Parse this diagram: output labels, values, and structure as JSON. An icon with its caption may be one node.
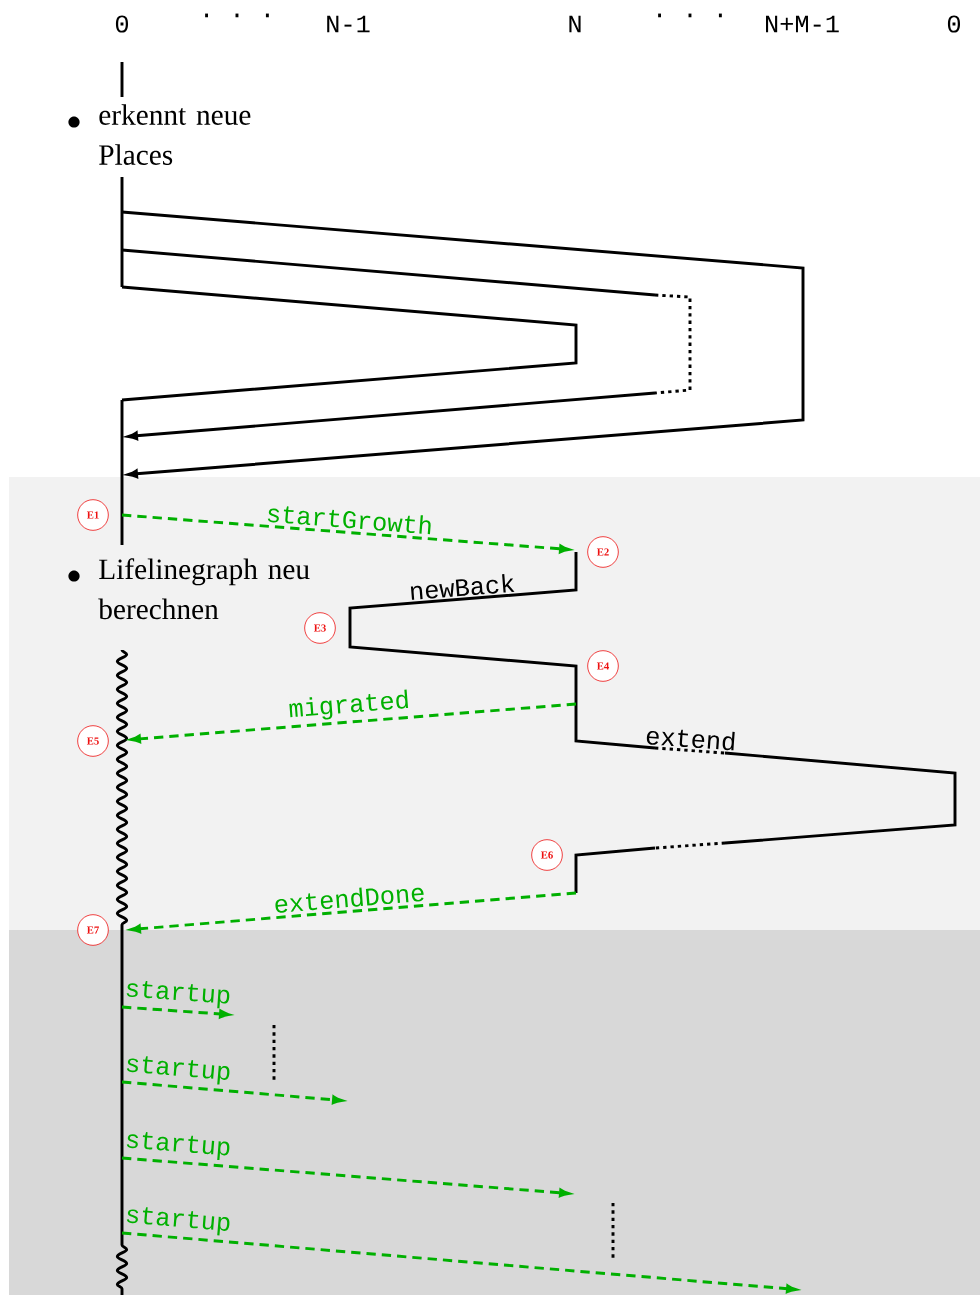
{
  "diagram": {
    "nodes": [
      {
        "text": [
          "E1"
        ]
      },
      {
        "text": [
          "E2"
        ]
      },
      {
        "text": [
          "E3"
        ]
      },
      {
        "text": [
          "E4"
        ]
      },
      {
        "text": [
          "E5"
        ]
      },
      {
        "text": [
          "E6"
        ]
      },
      {
        "text": [
          "E7"
        ]
      }
    ],
    "edges": [
      {
        "from": 0,
        "to": 1,
        "arrow": "to",
        "label": "startGrowth",
        "style": "dashed"
      },
      {
        "from": 3,
        "to": 4,
        "arrow": "to",
        "label": "migrated",
        "style": "dashed"
      },
      {
        "from": 5,
        "to": 6,
        "arrow": "to",
        "label": "extendDone",
        "style": "dashed"
      }
    ],
    "labels": [
      "0",
      "· · ·",
      "N-1",
      "N",
      "· · ·",
      "N+M-1",
      "0",
      "erkennt neue Places",
      "Lifelinegraph neu berechnen",
      "newBack",
      "extend",
      "startup",
      "startup",
      "startup",
      "startup"
    ]
  }
}
